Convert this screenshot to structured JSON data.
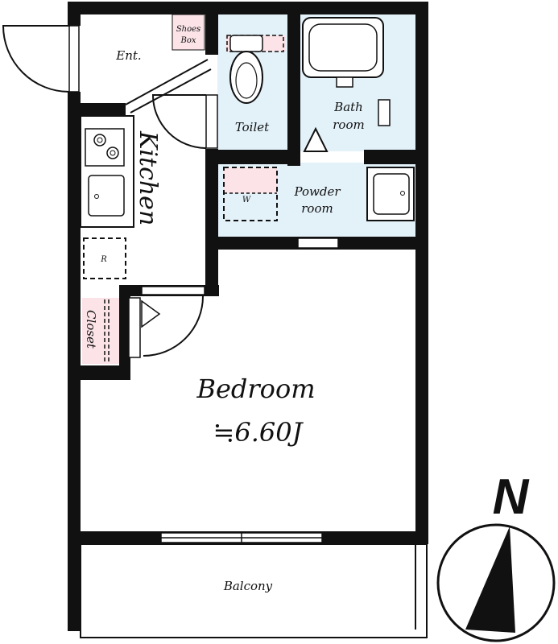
{
  "rooms": {
    "entrance": "Ent.",
    "shoes_box": [
      "Shoes",
      "Box"
    ],
    "kitchen": "Kitchen",
    "refrigerator": "R",
    "closet": "Closet",
    "toilet": "Toilet",
    "bath_room": [
      "Bath",
      "room"
    ],
    "powder_room": [
      "Powder",
      "room"
    ],
    "washer": "W",
    "bedroom": "Bedroom",
    "bedroom_area": "≒6.60J",
    "balcony": "Balcony"
  },
  "compass": {
    "label": "N"
  },
  "colors": {
    "wall": "#111111",
    "wet_area": "#e3f1f9",
    "storage": "#fbe3e8"
  }
}
